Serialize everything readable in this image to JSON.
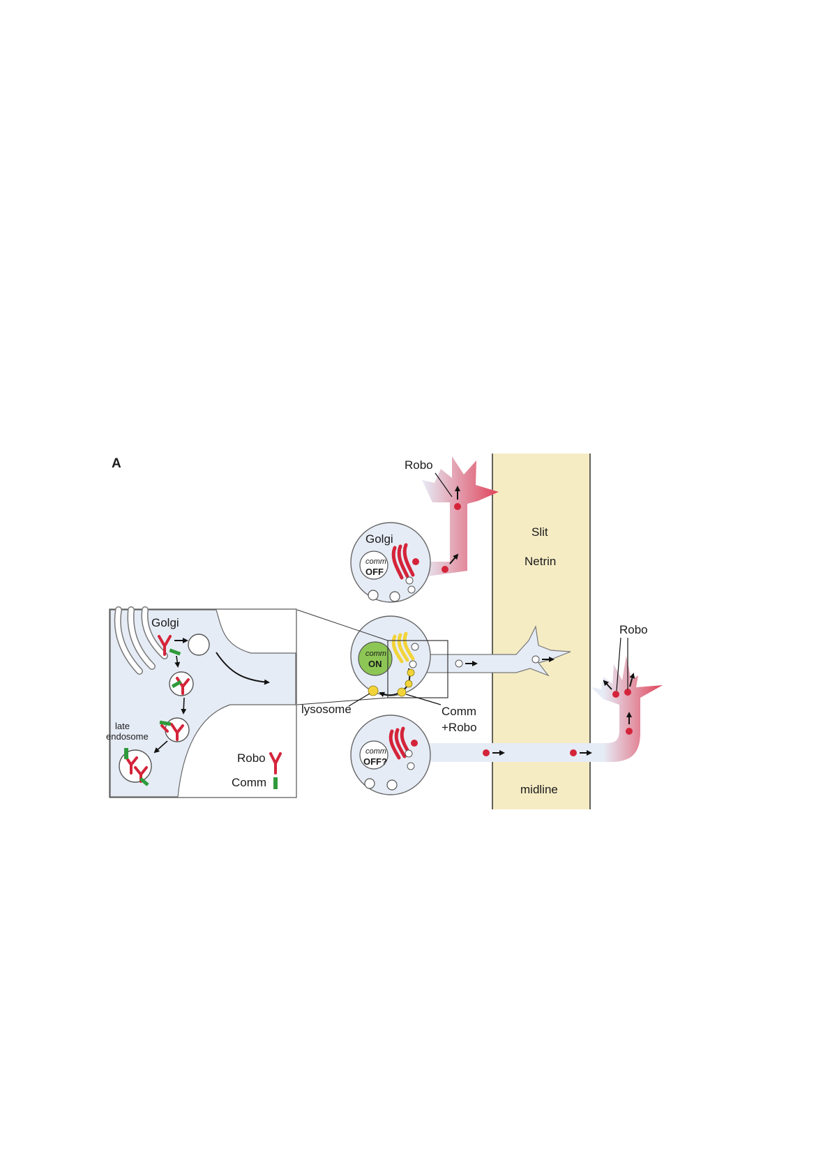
{
  "figure": {
    "panel_letter": "A",
    "colors": {
      "robo": "#d4243a",
      "comm": "#2e9a3a",
      "cell_fill": "#e6ecf6",
      "midline": "#f5ecc4",
      "axon_red": "#e0435a",
      "nucleus_on": "#8dc655",
      "vesicle_yellow": "#f2d43a"
    },
    "inset": {
      "golgi_label": "Golgi",
      "late_endosome_label_1": "late",
      "late_endosome_label_2": "endosome",
      "legend_robo": "Robo",
      "legend_comm": "Comm"
    },
    "neuron_top": {
      "golgi_label": "Golgi",
      "comm_label": "comm",
      "state_label": "OFF",
      "robo_label": "Robo"
    },
    "neuron_middle": {
      "comm_label": "comm",
      "state_label": "ON",
      "lysosome_label": "lysosome",
      "comm_robo_label_1": "Comm",
      "comm_robo_label_2": "+Robo",
      "robo_label": "Robo"
    },
    "neuron_bottom": {
      "comm_label": "comm",
      "state_label": "OFF?"
    },
    "midline": {
      "slit_label": "Slit",
      "netrin_label": "Netrin",
      "midline_label": "midline"
    }
  }
}
